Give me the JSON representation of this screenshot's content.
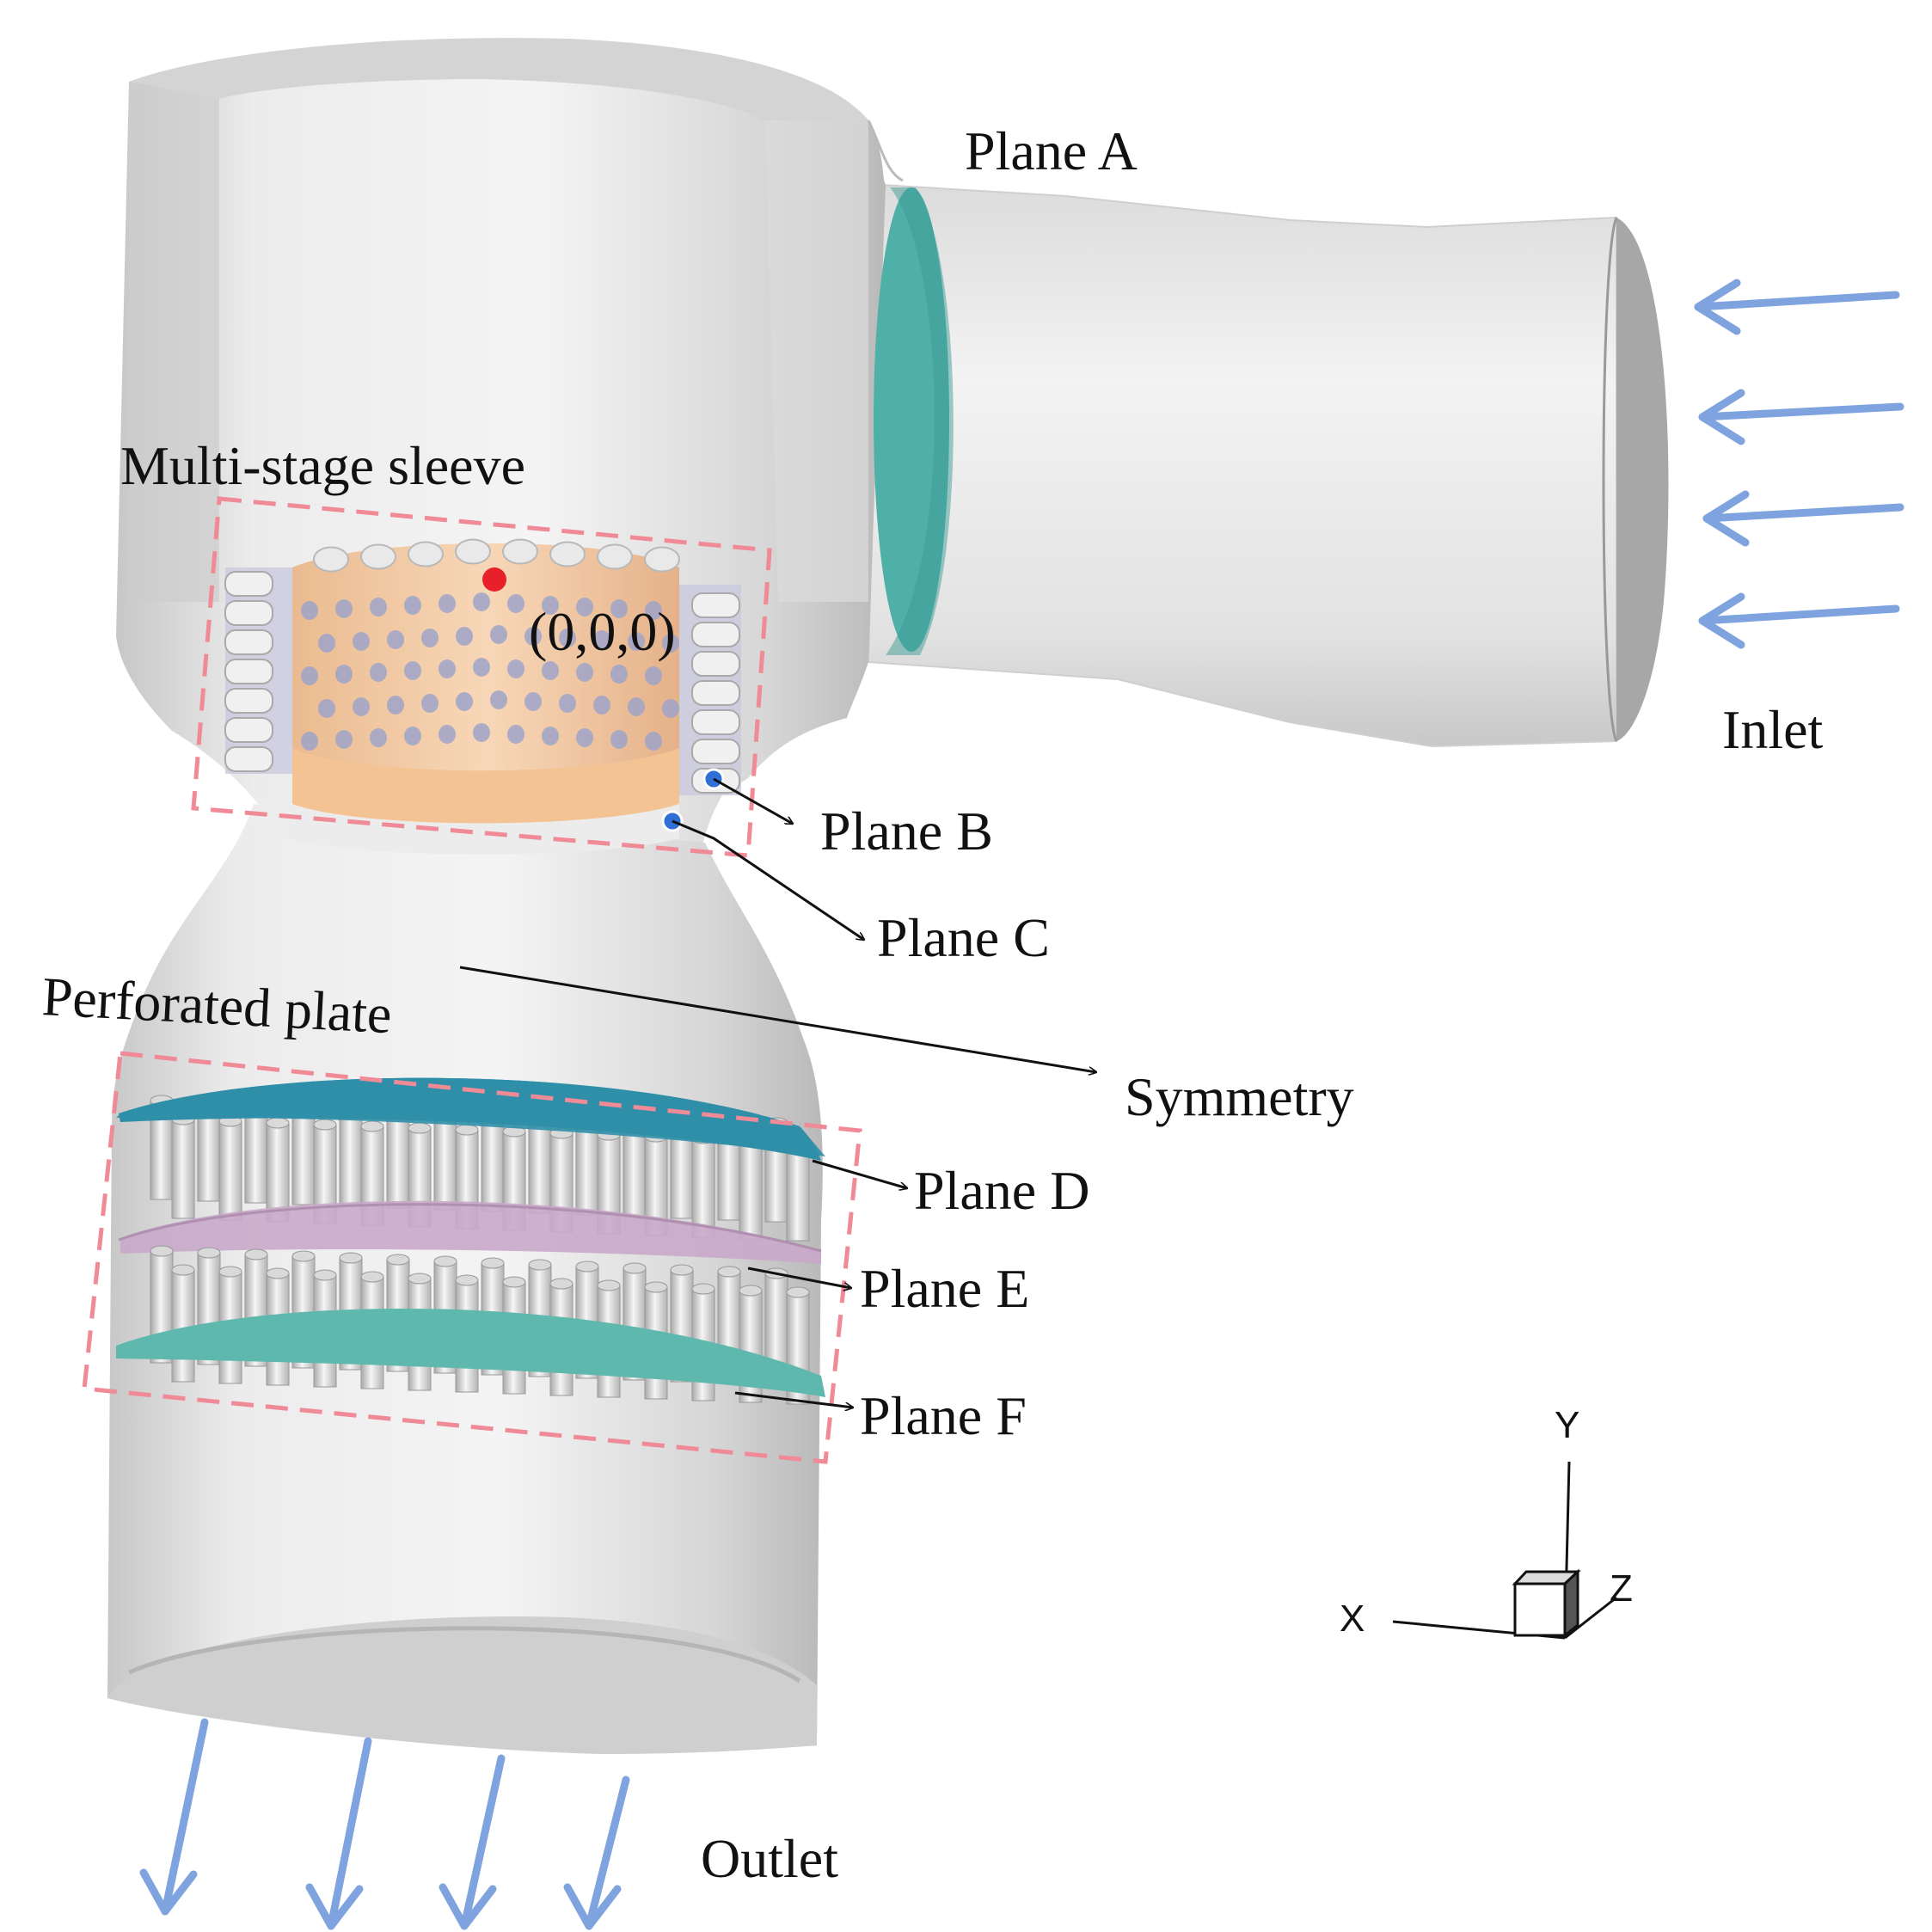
{
  "labels": {
    "plane_a": "Plane A",
    "plane_b": "Plane B",
    "plane_c": "Plane C",
    "plane_d": "Plane D",
    "plane_e": "Plane E",
    "plane_f": "Plane F",
    "multi_stage_sleeve": "Multi-stage sleeve",
    "perforated_plate": "Perforated plate",
    "symmetry": "Symmetry",
    "origin": "(0,0,0)",
    "inlet": "Inlet",
    "outlet": "Outlet"
  },
  "axes": {
    "x": "X",
    "y": "Y",
    "z": "Z"
  },
  "colors": {
    "body": "#e3e3e3",
    "body_shadow": "#bdbdbd",
    "plane_a": "#4fb0a8",
    "plane_d": "#2f8fa8",
    "plane_e": "#c9a9c9",
    "plane_f": "#5fb8ad",
    "sleeve": "#f2b985",
    "highlight_box": "#f08a96",
    "flow_arrow": "#7ea3de",
    "origin_point": "#e8202a",
    "probe_point": "#2f6fd6"
  }
}
